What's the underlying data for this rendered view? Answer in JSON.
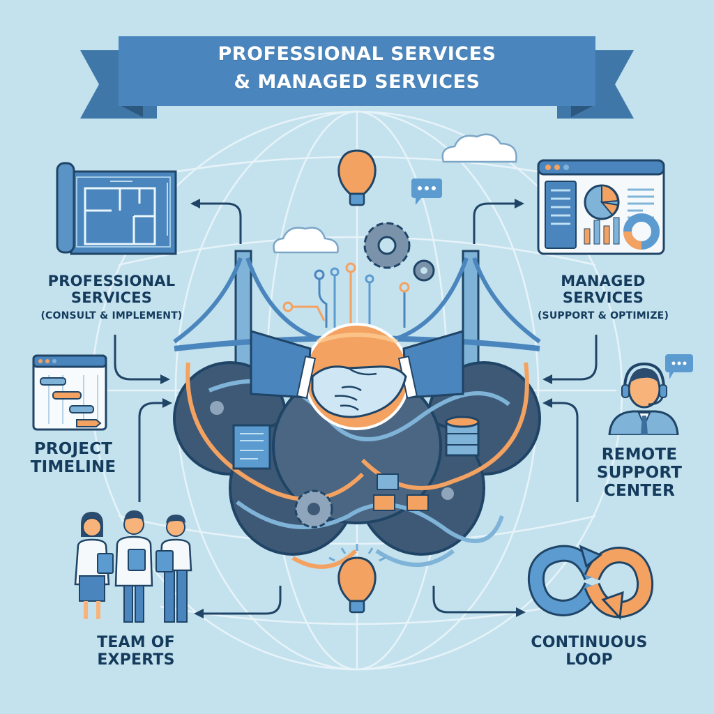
{
  "banner": {
    "line1": "PROFESSIONAL SERVICES",
    "line2": "& MANAGED SERVICES"
  },
  "left_panel": {
    "title_line1": "PROFESSIONAL",
    "title_line2": "SERVICES",
    "subtitle": "(CONSULT & IMPLEMENT)",
    "icon": "blueprint-icon"
  },
  "right_panel": {
    "title_line1": "MANAGED",
    "title_line2": "SERVICES",
    "subtitle": "(SUPPORT & OPTIMIZE)",
    "icon": "dashboard-icon"
  },
  "nodes": [
    {
      "id": "project-timeline",
      "line1": "PROJECT",
      "line2": "TIMELINE",
      "icon": "gantt-chart-icon"
    },
    {
      "id": "remote-support",
      "line1": "REMOTE",
      "line2": "SUPPORT",
      "line3": "CENTER",
      "icon": "headset-agent-icon"
    },
    {
      "id": "team-of-experts",
      "line1": "TEAM OF",
      "line2": "EXPERTS",
      "icon": "team-icon"
    },
    {
      "id": "continuous-loop",
      "line1": "CONTINUOUS",
      "line2": "LOOP",
      "icon": "infinity-loop-icon"
    }
  ],
  "center": {
    "icon": "handshake-icon",
    "bridge_icon": "bridge-icon",
    "decorations": [
      "lightbulb-icon",
      "cloud-icon",
      "gear-icon",
      "chat-bubble-icon",
      "circuit-icon",
      "database-icon",
      "folder-icon",
      "globe-icon"
    ]
  },
  "colors": {
    "background": "#c4e2ee",
    "banner": "#4a86bd",
    "banner_fold": "#3b6f9c",
    "text_dark": "#143a5c",
    "accent_orange": "#f4a261",
    "accent_blue": "#5b9bd0",
    "outline": "#1f4466"
  }
}
